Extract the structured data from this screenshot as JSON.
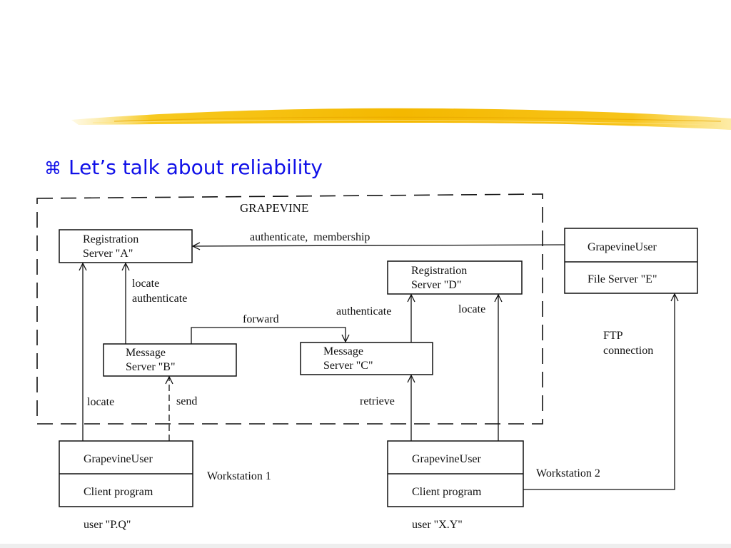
{
  "slide": {
    "bullet_symbol": "⌘",
    "bullet_text": "Let’s talk about reliability",
    "accent_color": "#f5c400",
    "bullet_color": "#1010e8"
  },
  "diagram": {
    "boundary_label": "GRAPEVINE",
    "registration_server_a": [
      "Registration",
      "Server \"A\""
    ],
    "registration_server_d": [
      "Registration",
      "Server \"D\""
    ],
    "message_server_b": [
      "Message",
      "Server \"B\""
    ],
    "message_server_c": [
      "Message",
      "Server \"C\""
    ],
    "grapevine_user_top": "GrapevineUser",
    "file_server_e": "File Server \"E\"",
    "workstation_1": {
      "top": "GrapevineUser",
      "bottom": "Client program",
      "label": "Workstation 1",
      "user": "user \"P.Q\""
    },
    "workstation_2": {
      "top": "GrapevineUser",
      "bottom": "Client program",
      "label": "Workstation 2",
      "user": "user \"X.Y\""
    },
    "edges": {
      "authenticate_membership": "authenticate,  membership",
      "locate_authenticate": [
        "locate",
        "authenticate"
      ],
      "forward": "forward",
      "authenticate_d": "authenticate",
      "locate_d": "locate",
      "ftp_connection": [
        "FTP",
        "connection"
      ],
      "locate_ws1": "locate",
      "send": "send",
      "retrieve": "retrieve"
    }
  }
}
